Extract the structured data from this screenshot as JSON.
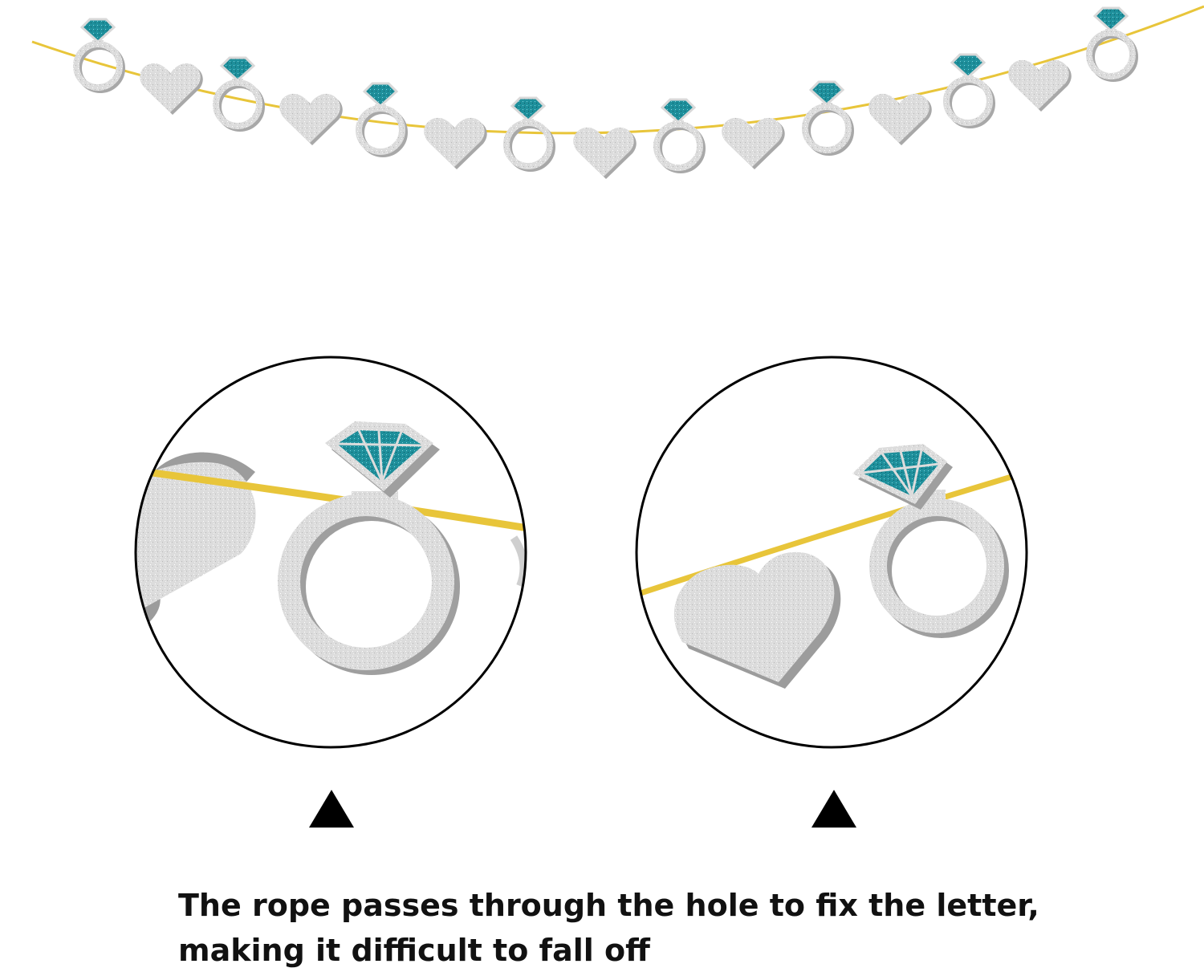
{
  "caption": {
    "line1": "The rope passes through the hole to fix the letter,",
    "line2": "making it difficult to fall off"
  },
  "colors": {
    "rope": "#e8c53a",
    "silver": "#d9d9d9",
    "silver_shadow": "#a9a9a9",
    "gem": "#1e8f9b",
    "outline": "#000000"
  },
  "icons": {
    "garland": [
      "ring",
      "heart",
      "ring",
      "heart",
      "ring",
      "heart",
      "ring",
      "heart",
      "ring",
      "heart",
      "ring",
      "heart",
      "ring",
      "heart",
      "ring"
    ],
    "detail_left": [
      "heart",
      "ring"
    ],
    "detail_right": [
      "heart",
      "ring"
    ],
    "arrow": "triangle-up-icon"
  }
}
